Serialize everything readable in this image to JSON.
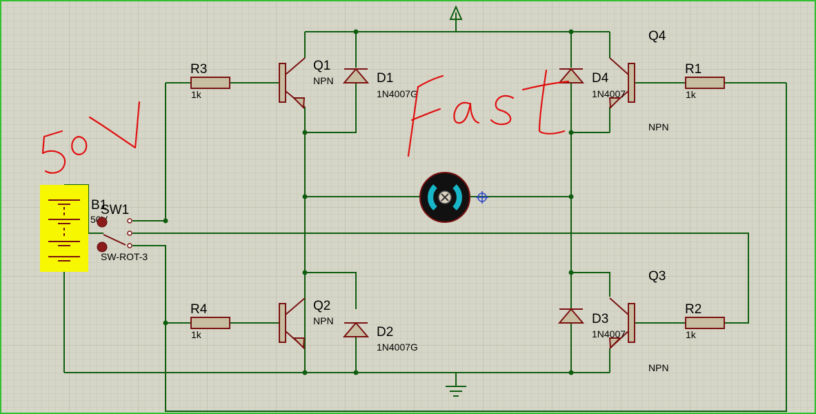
{
  "components": {
    "battery": {
      "ref": "B1",
      "value": "50V",
      "highlight_color": "#f7f700"
    },
    "switch": {
      "ref": "SW1",
      "value": "SW-ROT-3"
    },
    "r1": {
      "ref": "R1",
      "value": "1k"
    },
    "r2": {
      "ref": "R2",
      "value": "1k"
    },
    "r3": {
      "ref": "R3",
      "value": "1k"
    },
    "r4": {
      "ref": "R4",
      "value": "1k"
    },
    "q1": {
      "ref": "Q1",
      "value": "NPN"
    },
    "q2": {
      "ref": "Q2",
      "value": "NPN"
    },
    "q3": {
      "ref": "Q3",
      "value": "NPN"
    },
    "q4": {
      "ref": "Q4",
      "value": "NPN"
    },
    "d1": {
      "ref": "D1",
      "value": "1N4007G"
    },
    "d2": {
      "ref": "D2",
      "value": "1N4007G"
    },
    "d3": {
      "ref": "D3",
      "value": "1N4007"
    },
    "d4": {
      "ref": "D4",
      "value": "1N4007"
    },
    "motor": {
      "icon": "motor-icon"
    }
  },
  "annotations": {
    "voltage_note": "50V",
    "speed_note": "Fast",
    "ink_color": "#e01010"
  },
  "colors": {
    "wire": "#0f5d0f",
    "component": "#7a1111",
    "grid_bg": "#d6d6c8"
  }
}
